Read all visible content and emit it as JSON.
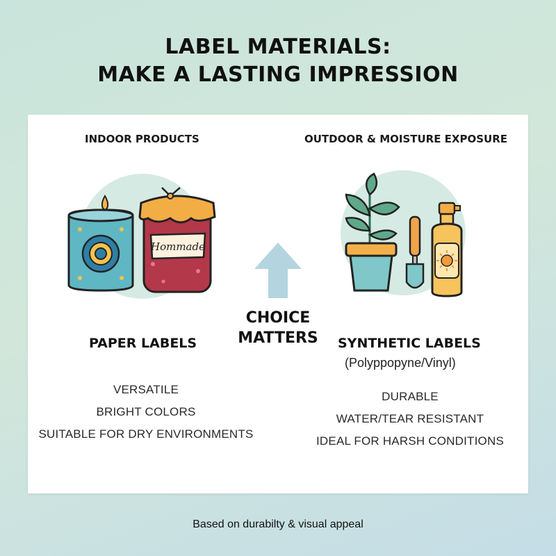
{
  "title": {
    "line1": "LABEL MATERIALS:",
    "line2": "MAKE A LASTING IMPRESSION"
  },
  "left": {
    "heading": "INDOOR PRODUCTS",
    "jar_label": "Hommade",
    "label_title": "PAPER LABELS",
    "features": [
      "VERSATILE",
      "BRIGHT COLORS",
      "SUITABLE FOR DRY ENVIRONMENTS"
    ]
  },
  "right": {
    "heading": "OUTDOOR & MOISTURE EXPOSURE",
    "label_title": "SYNTHETIC LABELS",
    "subtitle": "(Polyppopyne/Vinyl)",
    "features": [
      "DURABLE",
      "WATER/TEAR RESISTANT",
      "IDEAL FOR HARSH CONDITIONS"
    ]
  },
  "center": {
    "line1": "CHOICE",
    "line2": "MATTERS"
  },
  "footer": "Based on durabilty & visual appeal",
  "colors": {
    "accent_circle": "#d6eae4",
    "arrow": "#b4d5df",
    "jar_red": "#b3384a",
    "candle_teal": "#5fb7c4",
    "jar_lid": "#f3ad45",
    "plant_green": "#5fa98a",
    "pot_teal": "#7fc7c9",
    "bottle_orange": "#f7c35c"
  },
  "icons": [
    "candle-icon",
    "jam-jar-icon",
    "up-arrow-icon",
    "potted-plant-icon",
    "trowel-icon",
    "spray-bottle-icon",
    "sun-icon"
  ]
}
